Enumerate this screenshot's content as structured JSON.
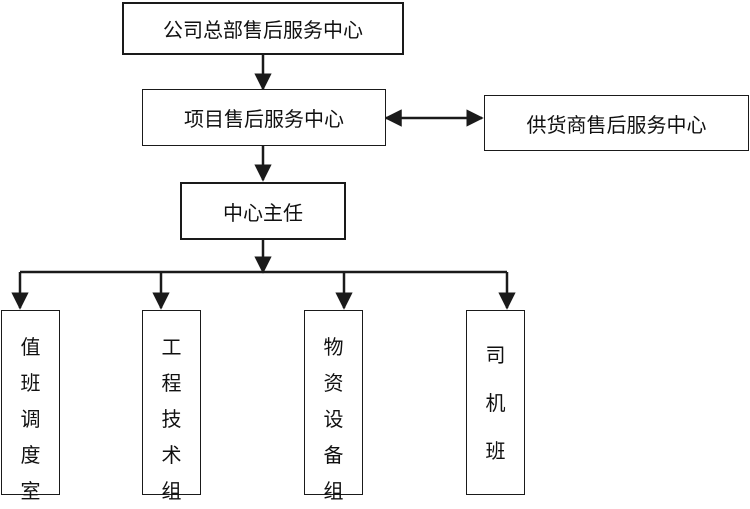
{
  "diagram": {
    "hq": "公司总部售后服务中心",
    "project": "项目售后服务中心",
    "supplier": "供货商售后服务中心",
    "director": "中心主任",
    "teams": [
      {
        "chars": [
          "值",
          "班",
          "调",
          "度",
          "室"
        ]
      },
      {
        "chars": [
          "工",
          "程",
          "技",
          "术",
          "组"
        ]
      },
      {
        "chars": [
          "物",
          "资",
          "设",
          "备",
          "组"
        ]
      },
      {
        "chars": [
          "司",
          "机",
          "班"
        ]
      }
    ]
  }
}
